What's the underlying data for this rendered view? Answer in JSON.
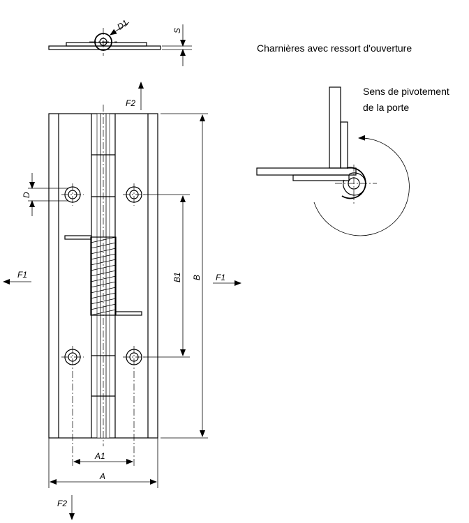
{
  "caption": "Charnières avec ressort d'ouverture",
  "pivot_text": {
    "line1": "Sens de pivotement",
    "line2": "de la porte"
  },
  "dimensions": {
    "d1": "D1",
    "s": "S",
    "d": "D",
    "b1": "B1",
    "b": "B",
    "a1": "A1",
    "a": "A",
    "f1_left": "F1",
    "f1_right": "F1",
    "f2_top": "F2",
    "f2_bottom": "F2"
  }
}
